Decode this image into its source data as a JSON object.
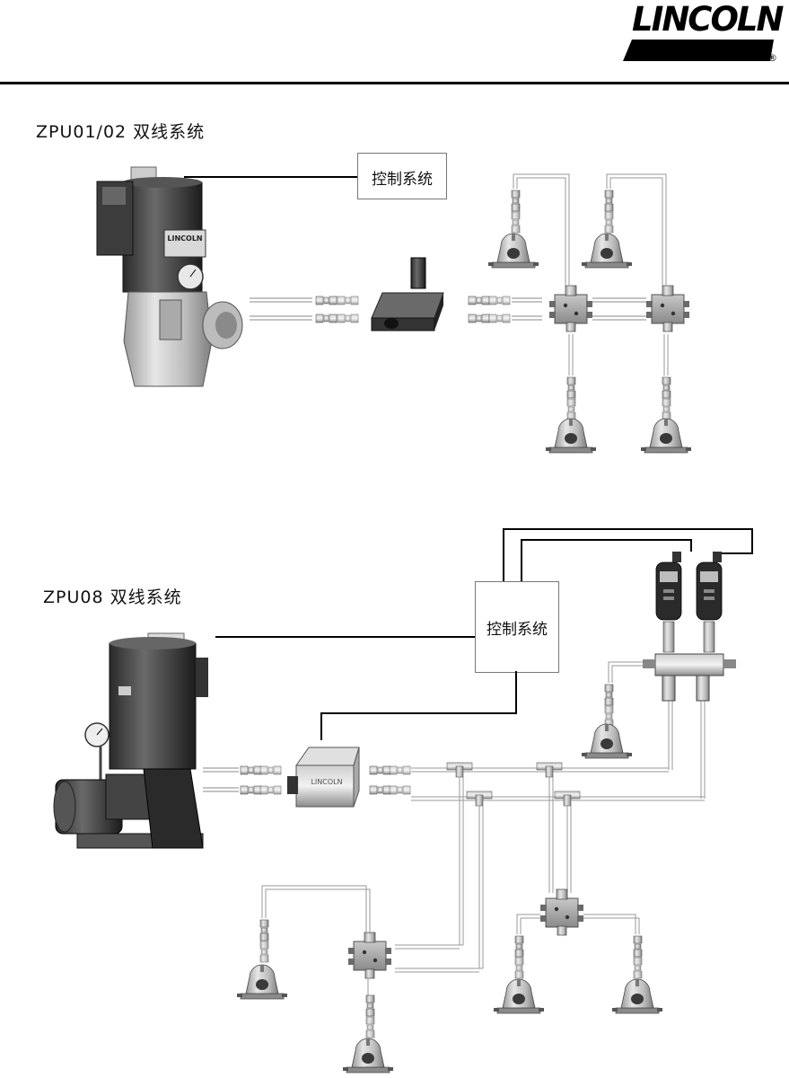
{
  "brand": {
    "logo_text": "LINCOLN",
    "registered_mark": "®"
  },
  "systems": [
    {
      "title": "ZPU01/02 双线系统",
      "control_label": "控制系统"
    },
    {
      "title": "ZPU08 双线系统",
      "control_label": "控制系统"
    }
  ],
  "components": {
    "pump_plate_text": "LINCOLN",
    "reversing_valve_plate_text": "LINCOLN"
  }
}
